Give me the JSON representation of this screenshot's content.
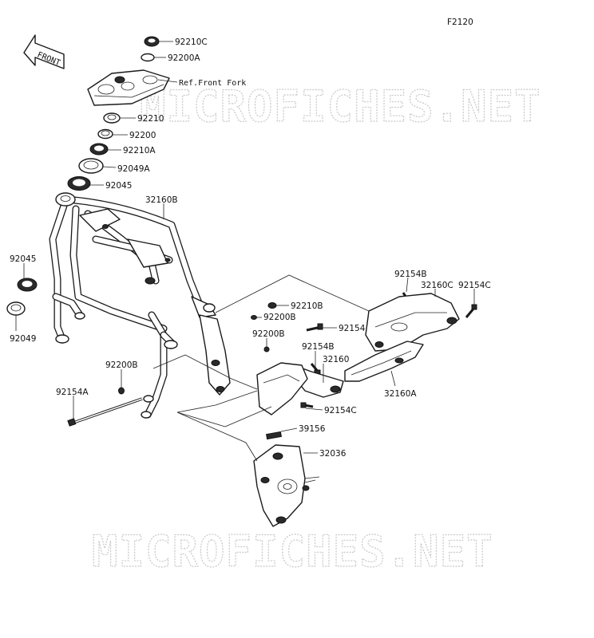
{
  "figure_code": "F2120",
  "watermark": "MICROFICHES.NET",
  "front_arrow": {
    "label": "FRONT"
  },
  "labels": {
    "p92210C": "92210C",
    "p92200A": "92200A",
    "ref_front_fork": "Ref.Front Fork",
    "p92210": "92210",
    "p92200": "92200",
    "p92210A": "92210A",
    "p92049A": "92049A",
    "p92045_top": "92045",
    "p32160B": "32160B",
    "p92045_left": "92045",
    "p92049": "92049",
    "p92200B_left": "92200B",
    "p92154A": "92154A",
    "p92210B": "92210B",
    "p92200B_mid": "92200B",
    "p92200B_low": "92200B",
    "p92154": "92154",
    "p92154B_top": "92154B",
    "p32160C": "32160C",
    "p92154C_top": "92154C",
    "p92154B_mid": "92154B",
    "p32160": "32160",
    "p32160A": "32160A",
    "p92154C_low": "92154C",
    "p39156": "39156",
    "p32036": "32036"
  }
}
